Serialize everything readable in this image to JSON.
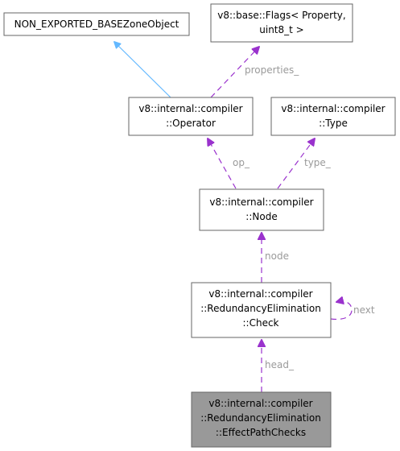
{
  "nodes": {
    "base_zone_object": {
      "lines": [
        "NON_EXPORTED_BASEZoneObject"
      ]
    },
    "flags": {
      "lines": [
        "v8::base::Flags< Property,",
        "uint8_t >"
      ]
    },
    "operator": {
      "lines": [
        "v8::internal::compiler",
        "::Operator"
      ]
    },
    "type": {
      "lines": [
        "v8::internal::compiler",
        "::Type"
      ]
    },
    "node": {
      "lines": [
        "v8::internal::compiler",
        "::Node"
      ]
    },
    "check": {
      "lines": [
        "v8::internal::compiler",
        "::RedundancyElimination",
        "::Check"
      ]
    },
    "effect_path_checks": {
      "lines": [
        "v8::internal::compiler",
        "::RedundancyElimination",
        "::EffectPathChecks"
      ]
    }
  },
  "edge_labels": {
    "properties": "properties_",
    "op": "op_",
    "type": "type_",
    "node": "node",
    "next": "next",
    "head": "head_"
  },
  "colors": {
    "inheritance": "#63b8ff",
    "usage": "#9a32cd",
    "label": "#9a9a9a",
    "highlight": "#999999"
  }
}
